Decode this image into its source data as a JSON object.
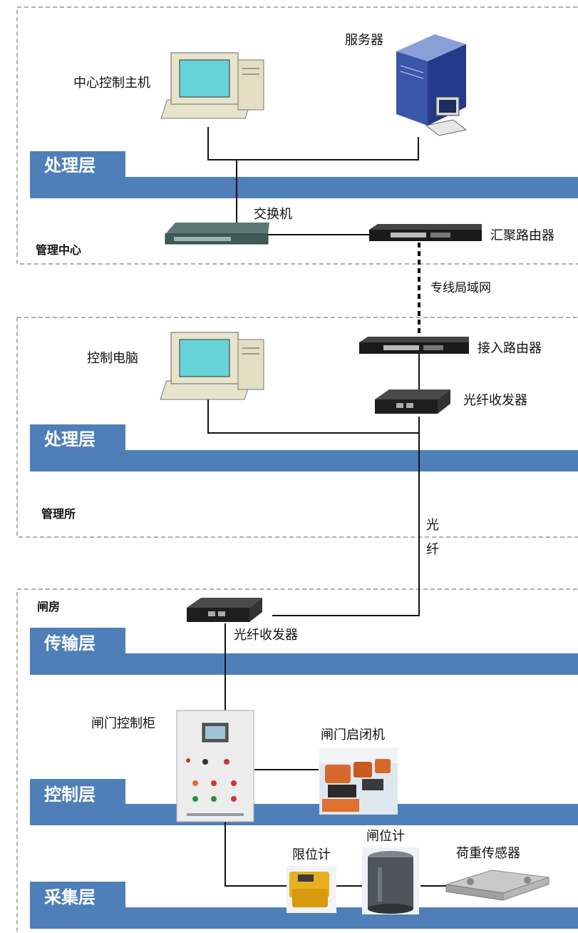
{
  "zones": {
    "center": "管理中心",
    "station": "管理所",
    "gatehouse": "闸房"
  },
  "layers": {
    "processing_1": "处理层",
    "processing_2": "处理层",
    "transport": "传输层",
    "control": "控制层",
    "acquisition": "采集层"
  },
  "devices": {
    "center_host": "中心控制主机",
    "server": "服务器",
    "switch": "交换机",
    "aggregation_router": "汇聚路由器",
    "access_router": "接入路由器",
    "control_pc": "控制电脑",
    "fiber_transceiver_station": "光纤收发器",
    "fiber_transceiver_gate": "光纤收发器",
    "gate_cabinet": "闸门控制柜",
    "gate_hoist": "闸门启闭机",
    "limit_meter": "限位计",
    "gate_position_meter": "闸位计",
    "load_sensor": "荷重传感器"
  },
  "links": {
    "dedicated_lan": "专线局域网",
    "fiber_char1": "光",
    "fiber_char2": "纤"
  },
  "colors": {
    "layer_band": "#4f7fb8",
    "zone_border": "#808080",
    "monitor_screen": "#67d3d8",
    "computer_body": "#e8e4cc"
  },
  "icons": [
    "computer-icon",
    "server-icon",
    "switch-icon",
    "router-icon",
    "fiber-transceiver-icon",
    "control-cabinet-icon",
    "gate-hoist-icon",
    "limit-meter-icon",
    "gate-position-meter-icon",
    "load-sensor-icon"
  ]
}
